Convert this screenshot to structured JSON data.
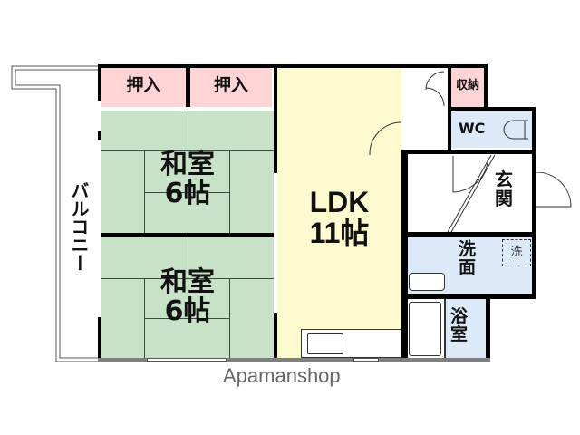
{
  "floorplan": {
    "rooms": {
      "balcony": {
        "label": "バルコニー"
      },
      "closet_left": {
        "label": "押入"
      },
      "closet_right": {
        "label": "押入"
      },
      "washitsu_upper": {
        "label": "和室",
        "size": "6帖"
      },
      "washitsu_lower": {
        "label": "和室",
        "size": "6帖"
      },
      "ldk": {
        "label": "LDK",
        "size": "11帖"
      },
      "storage": {
        "label": "収納"
      },
      "wc": {
        "label": "WC"
      },
      "entrance": {
        "label_line1": "玄",
        "label_line2": "関"
      },
      "washroom": {
        "label_line1": "洗",
        "label_line2": "面",
        "washer_mark": "洗"
      },
      "bathroom": {
        "label_line1": "浴",
        "label_line2": "室"
      }
    },
    "colors": {
      "closet": "#ffd4d4",
      "tatami": "#c8e2c8",
      "ldk": "#fdfad0",
      "wet": "#dbe9f8",
      "wall": "#000000",
      "floor_edge": "#7f7f7f"
    }
  },
  "brand": {
    "logo_text": "Apamanshop"
  }
}
